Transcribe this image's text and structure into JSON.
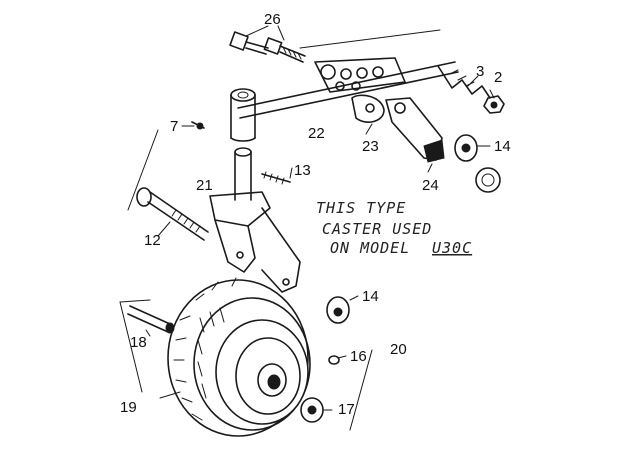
{
  "figure": {
    "note_lines": [
      "THIS TYPE",
      "CASTER USED",
      "ON MODEL"
    ],
    "note_model": "U30C",
    "callouts": [
      {
        "id": "p26",
        "text": "26"
      },
      {
        "id": "p3",
        "text": "3"
      },
      {
        "id": "p2",
        "text": "2"
      },
      {
        "id": "p7",
        "text": "7"
      },
      {
        "id": "p22",
        "text": "22"
      },
      {
        "id": "p23",
        "text": "23"
      },
      {
        "id": "p14a",
        "text": "14"
      },
      {
        "id": "p13",
        "text": "13"
      },
      {
        "id": "p21",
        "text": "21"
      },
      {
        "id": "p24",
        "text": "24"
      },
      {
        "id": "p12",
        "text": "12"
      },
      {
        "id": "p14b",
        "text": "14"
      },
      {
        "id": "p18",
        "text": "18"
      },
      {
        "id": "p20",
        "text": "20"
      },
      {
        "id": "p16",
        "text": "16"
      },
      {
        "id": "p19",
        "text": "19"
      },
      {
        "id": "p17",
        "text": "17"
      }
    ]
  }
}
